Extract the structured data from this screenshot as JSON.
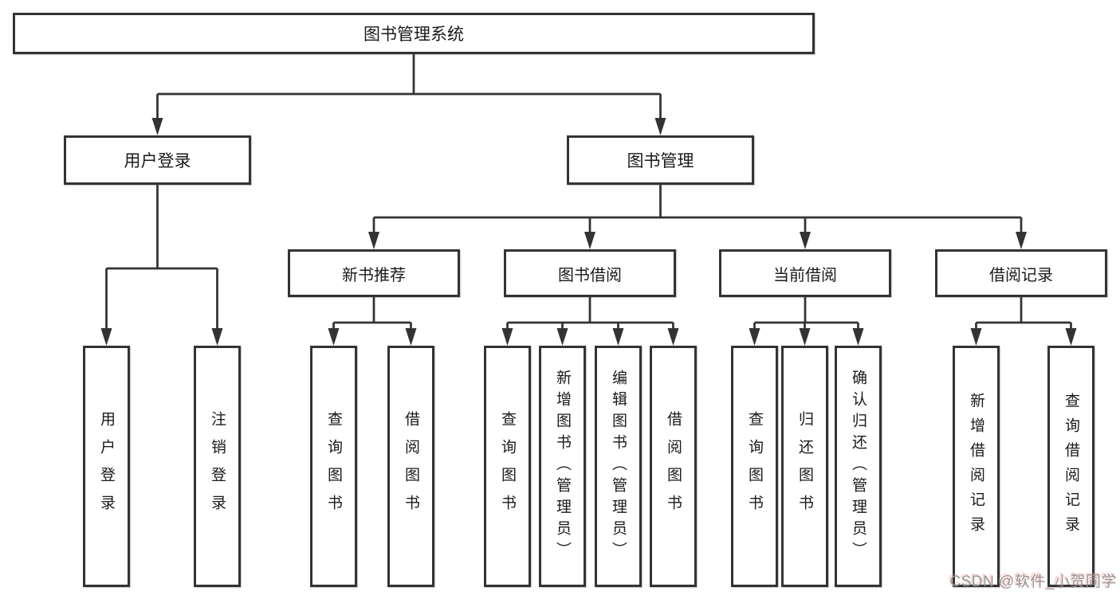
{
  "colors": {
    "line": "#333333",
    "box_border": "#333333",
    "text": "#1a1a1a",
    "watermark_text": "#969696",
    "watermark_accent": "#f88a8a",
    "background": "#ffffff"
  },
  "diagram": {
    "root": {
      "label": "图书管理系统"
    },
    "branches": [
      {
        "label": "用户登录",
        "children": [
          "用户登录",
          "注销登录"
        ]
      },
      {
        "label": "图书管理"
      }
    ],
    "modules": [
      {
        "label": "新书推荐",
        "children": [
          "查询图书",
          "借阅图书"
        ]
      },
      {
        "label": "图书借阅",
        "children": [
          "查询图书",
          "新增图书（管理员）",
          "编辑图书（管理员）",
          "借阅图书"
        ]
      },
      {
        "label": "当前借阅",
        "children": [
          "查询图书",
          "归还图书",
          "确认归还（管理员）"
        ]
      },
      {
        "label": "借阅记录",
        "children": [
          "新增借阅记录",
          "查询借阅记录"
        ]
      }
    ]
  },
  "watermark": {
    "text": "CSDN @软件_小贺同学"
  }
}
